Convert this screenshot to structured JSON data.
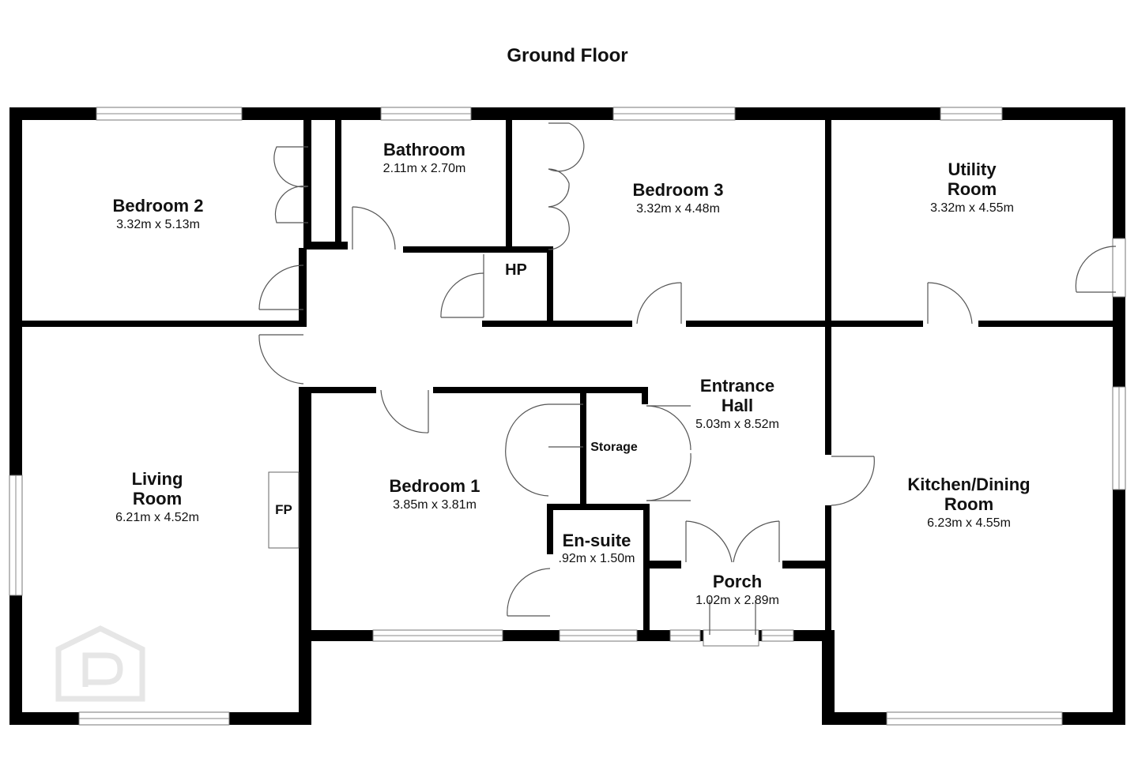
{
  "title": "Ground Floor",
  "rooms": {
    "bedroom2": {
      "name": "Bedroom 2",
      "dims": "3.32m x 5.13m"
    },
    "bathroom": {
      "name": "Bathroom",
      "dims": "2.11m x 2.70m"
    },
    "bedroom3": {
      "name": "Bedroom 3",
      "dims": "3.32m x 4.48m"
    },
    "utility": {
      "name_line1": "Utility",
      "name_line2": "Room",
      "dims": "3.32m x 4.55m"
    },
    "hp": {
      "name": "HP"
    },
    "hall": {
      "name_line1": "Entrance",
      "name_line2": "Hall",
      "dims": "5.03m x 8.52m"
    },
    "storage": {
      "name": "Storage"
    },
    "living": {
      "name_line1": "Living",
      "name_line2": "Room",
      "dims": "6.21m x 4.52m"
    },
    "fp": {
      "name": "FP"
    },
    "bedroom1": {
      "name": "Bedroom 1",
      "dims": "3.85m x 3.81m"
    },
    "ensuite": {
      "name": "En-suite",
      "dims": ".92m x 1.50m"
    },
    "porch": {
      "name": "Porch",
      "dims": "1.02m x 2.89m"
    },
    "kitchen": {
      "name_line1": "Kitchen/Dining",
      "name_line2": "Room",
      "dims": "6.23m x 4.55m"
    }
  },
  "colors": {
    "wall": "#000000",
    "window": "#ffffff",
    "door": "#555555",
    "watermark": "#e6e6e6"
  },
  "watermark_icon": "house-logo-icon"
}
